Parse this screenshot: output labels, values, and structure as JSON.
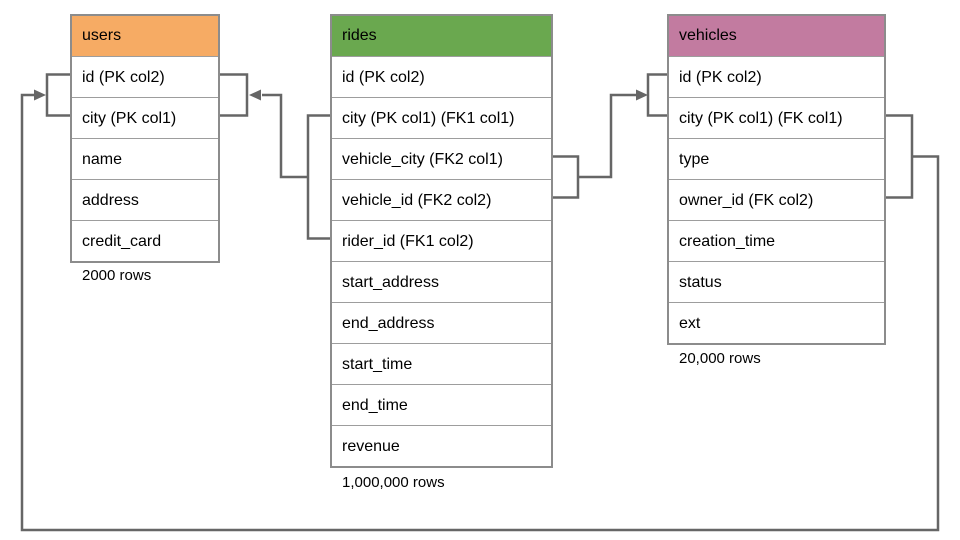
{
  "diagram": {
    "tables": {
      "users": {
        "title": "users",
        "header_color": "#f6ab64",
        "columns": [
          "id (PK col2)",
          "city (PK col1)",
          "name",
          "address",
          "credit_card"
        ],
        "row_count": "2000 rows"
      },
      "rides": {
        "title": "rides",
        "header_color": "#6aa84f",
        "columns": [
          "id (PK col2)",
          "city (PK col1) (FK1 col1)",
          "vehicle_city (FK2 col1)",
          "vehicle_id (FK2 col2)",
          "rider_id (FK1 col2)",
          "start_address",
          "end_address",
          "start_time",
          "end_time",
          "revenue"
        ],
        "row_count": "1,000,000 rows"
      },
      "vehicles": {
        "title": "vehicles",
        "header_color": "#c27ba0",
        "columns": [
          "id (PK col2)",
          "city (PK col1) (FK col1)",
          "type",
          "owner_id (FK col2)",
          "creation_time",
          "status",
          "ext"
        ],
        "row_count": "20,000 rows"
      }
    },
    "relationships": [
      {
        "name": "rides-fk1-users",
        "from": "rides(city, rider_id)",
        "to": "users(id, city)"
      },
      {
        "name": "rides-fk2-vehicles",
        "from": "rides(vehicle_city, vehicle_id)",
        "to": "vehicles(id, city)"
      },
      {
        "name": "vehicles-fk-users",
        "from": "vehicles(city, owner_id)",
        "to": "users(id, city)"
      }
    ],
    "colors": {
      "connector": "#666666",
      "table_border": "#8c8c8c",
      "cell_border": "#9d9d9d",
      "background": "#ffffff"
    }
  }
}
